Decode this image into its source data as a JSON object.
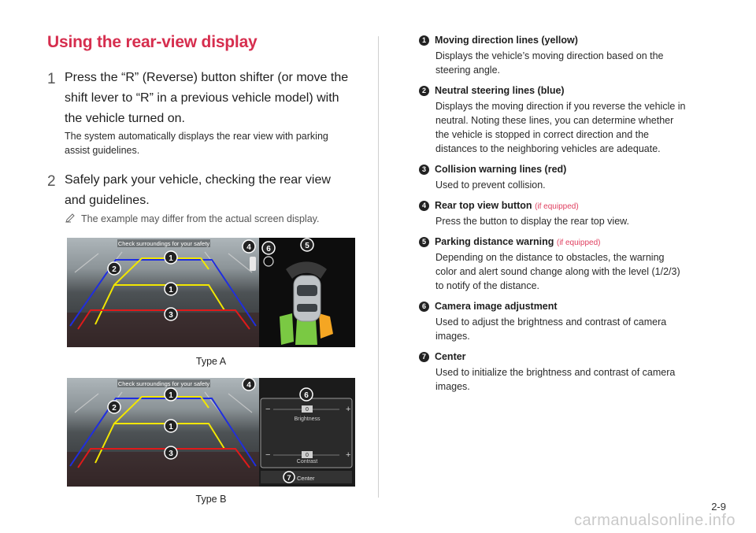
{
  "page": {
    "title": "Using the rear-view display",
    "page_number": "2-9",
    "watermark": "carmanualsonline.info"
  },
  "steps": [
    {
      "number": "1",
      "text_lines": [
        "Press the “R” (Reverse) button shifter (or move the",
        "shift lever to “R” in a previous vehicle model) with",
        "the vehicle turned on."
      ],
      "desc_lines": [
        "The system automatically displays the rear view with parking",
        "assist guidelines."
      ]
    },
    {
      "number": "2",
      "text_lines": [
        "Safely park your vehicle, checking the rear view",
        "and guidelines."
      ]
    }
  ],
  "note": {
    "icon": "pencil-note-icon",
    "text": "The example may differ from the actual screen display."
  },
  "figures": {
    "type_a": {
      "caption": "Type A",
      "banner": "Check surroundings for your safety"
    },
    "type_b": {
      "caption": "Type B",
      "banner": "Check surroundings for your safety",
      "brightness_label": "Brightness",
      "brightness_value": "0",
      "contrast_label": "Contrast",
      "contrast_value": "0",
      "center_label": "Center",
      "minus": "−",
      "plus": "+"
    },
    "badges": [
      "1",
      "2",
      "3",
      "4",
      "5",
      "6",
      "7"
    ]
  },
  "items": [
    {
      "badge": "1",
      "title": "Moving direction lines (yellow)",
      "equip": "",
      "body_lines": [
        "Displays the vehicle’s moving direction based on the",
        "steering angle."
      ]
    },
    {
      "badge": "2",
      "title": "Neutral steering lines (blue)",
      "equip": "",
      "body_lines": [
        "Displays the moving direction if you reverse the vehicle in",
        "neutral. Noting these lines, you can determine whether",
        "the vehicle is stopped in correct direction and the",
        "distances to the neighboring vehicles are adequate."
      ]
    },
    {
      "badge": "3",
      "title": "Collision warning lines (red)",
      "equip": "",
      "body_lines": [
        "Used to prevent collision."
      ]
    },
    {
      "badge": "4",
      "title": "Rear top view button",
      "equip": "(if equipped)",
      "body_lines": [
        "Press the button to display the rear top view."
      ]
    },
    {
      "badge": "5",
      "title": "Parking distance warning",
      "equip": "(if equipped)",
      "body_lines": [
        "Depending on the distance to obstacles, the warning",
        "color and alert sound change along with the level (1/2/3)",
        "to notify of the distance."
      ]
    },
    {
      "badge": "6",
      "title": "Camera image adjustment",
      "equip": "",
      "body_lines": [
        "Used to adjust the brightness and contrast of camera",
        "images."
      ]
    },
    {
      "badge": "7",
      "title": "Center",
      "equip": "",
      "body_lines": [
        "Used to initialize the brightness and contrast of camera",
        "images."
      ]
    }
  ],
  "colors": {
    "title_red": "#d62e4e",
    "line_yellow": "#f2e600",
    "line_blue": "#1f2ee0",
    "line_red": "#e01a1a",
    "sensor_green": "#7ac943",
    "sensor_orange": "#f5a623"
  }
}
